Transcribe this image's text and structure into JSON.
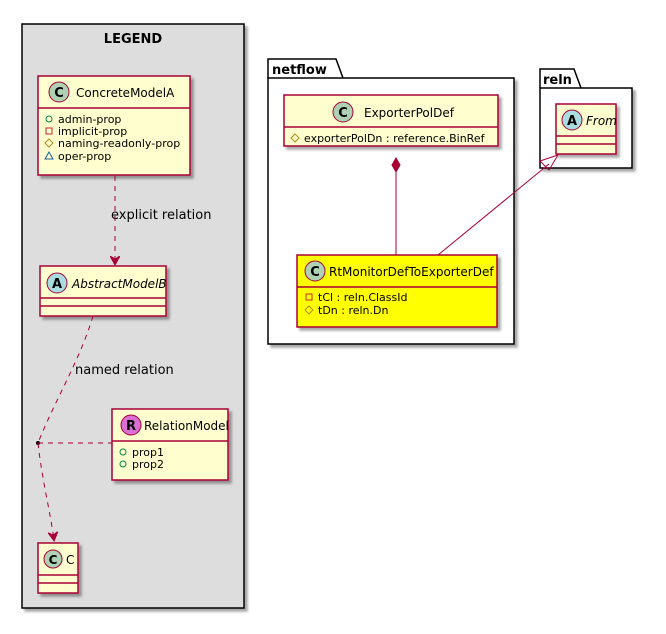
{
  "legend": {
    "title": "LEGEND",
    "concrete": {
      "stereo": "C",
      "name": "ConcreteModelA",
      "props": [
        {
          "vis": "+",
          "text": "admin-prop"
        },
        {
          "vis": "-",
          "text": "implicit-prop"
        },
        {
          "vis": "#",
          "text": "naming-readonly-prop"
        },
        {
          "vis": "~",
          "text": "oper-prop"
        }
      ]
    },
    "explicit_relation": "explicit relation",
    "abstract": {
      "stereo": "A",
      "name": "AbstractModelB"
    },
    "named_relation": "named relation",
    "relation_model": {
      "stereo": "R",
      "name": "RelationModel",
      "props": [
        {
          "vis": "+",
          "text": "prop1"
        },
        {
          "vis": "+",
          "text": "prop2"
        }
      ]
    },
    "c_class": {
      "stereo": "C",
      "name": "C"
    }
  },
  "netflow": {
    "package": "netflow",
    "exporter": {
      "stereo": "C",
      "name": "ExporterPolDef",
      "props": [
        {
          "vis": "#",
          "text": "exporterPolDn : reference.BinRef"
        }
      ]
    },
    "monitor": {
      "stereo": "C",
      "name": "RtMonitorDefToExporterDef",
      "props": [
        {
          "vis": "-",
          "text": "tCl : reln.ClassId"
        },
        {
          "vis": "#",
          "text": "tDn : reln.Dn"
        }
      ]
    }
  },
  "reln": {
    "package": "reln",
    "from": {
      "stereo": "A",
      "name": "From"
    }
  },
  "colors": {
    "class_fill": "#FEFECE",
    "border": "#A80036",
    "legend_fill": "#DDDDDD",
    "highlight_fill": "#FFFF00",
    "circle_c": "#ADD1B2",
    "circle_a": "#A9DCDF",
    "circle_r": "#DA70D6"
  }
}
